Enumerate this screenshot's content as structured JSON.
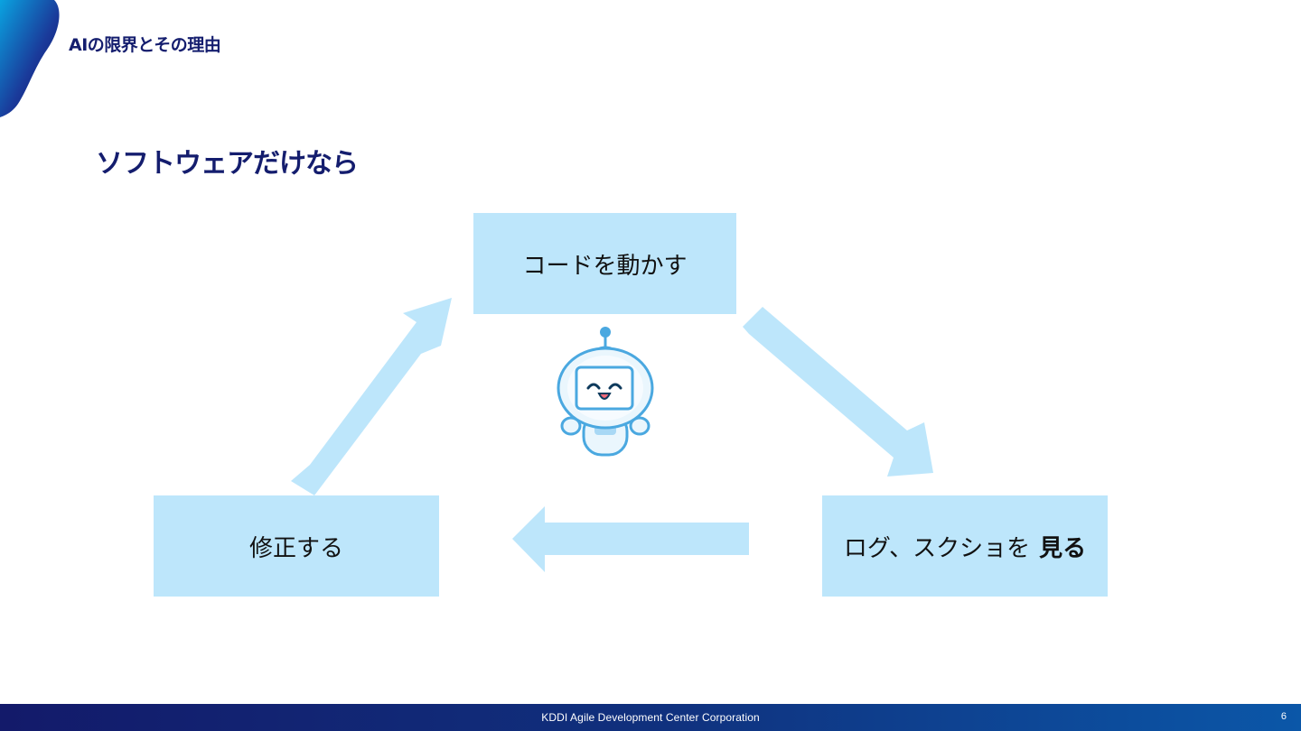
{
  "slide": {
    "section_title": "AIの限界とその理由",
    "heading": "ソフトウェアだけなら"
  },
  "cycle": {
    "run_code": "コードを動かす",
    "look_prefix": "ログ、スクショを",
    "look_emphasis": "見る",
    "fix": "修正する"
  },
  "footer": {
    "company": "KDDI Agile Development Center Corporation",
    "page_number": "6"
  },
  "colors": {
    "box_fill": "#bde6fb",
    "title_navy": "#141d6e",
    "footer_gradient": [
      "#131a6a",
      "#0b57a8"
    ]
  },
  "icons": {
    "robot": "smiling-robot-icon",
    "corner": "brand-corner-shape"
  }
}
